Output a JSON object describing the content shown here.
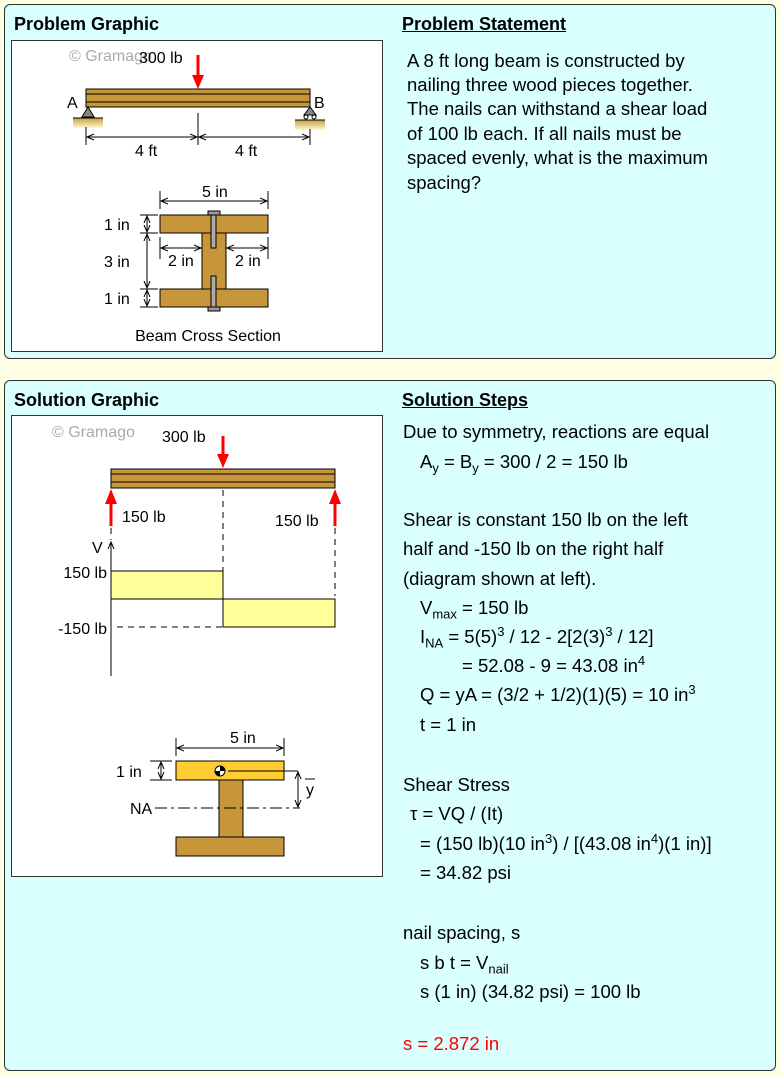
{
  "problem": {
    "graphic_title": "Problem Graphic",
    "statement_title": "Problem Statement",
    "statement_lines": [
      "A 8 ft long beam is constructed by",
      "nailing three wood pieces together.",
      "The nails can withstand a shear load",
      "of 100 lb each. If all nails must be",
      "spaced evenly, what is the maximum",
      "spacing?"
    ],
    "graphic": {
      "watermark": "© Gramago",
      "load": "300 lb",
      "support_a": "A",
      "support_b": "B",
      "span_left": "4 ft",
      "span_right": "4 ft",
      "width": "5 in",
      "top_flange": "1 in",
      "web_height": "3 in",
      "bottom_flange": "1 in",
      "overhang_left": "2 in",
      "overhang_right": "2 in",
      "caption": "Beam Cross Section"
    }
  },
  "solution": {
    "graphic_title": "Solution Graphic",
    "steps_title": "Solution Steps",
    "graphic": {
      "watermark": "© Gramago",
      "load": "300 lb",
      "reaction_left": "150 lb",
      "reaction_right": "150 lb",
      "axis_label": "V",
      "shear_pos": "150 lb",
      "shear_neg": "-150 lb",
      "width": "5 in",
      "flange": "1 in",
      "na_label": "NA",
      "ybar_label": "y"
    },
    "steps": [
      [
        {
          "t": "Due to symmetry, reactions are equal"
        }
      ],
      [
        {
          "t": "A"
        },
        {
          "sub": "y"
        },
        {
          "t": " = B"
        },
        {
          "sub": "y"
        },
        {
          "t": " = 300 / 2 = 150 lb"
        }
      ],
      [
        {
          "t": "Shear is constant 150 lb on the left"
        }
      ],
      [
        {
          "t": "half and -150 lb on the right half"
        }
      ],
      [
        {
          "t": "(diagram shown at left)."
        }
      ],
      [
        {
          "t": "V"
        },
        {
          "sub": "max"
        },
        {
          "t": " = 150 lb"
        }
      ],
      [
        {
          "t": "I"
        },
        {
          "sub": "NA"
        },
        {
          "t": " = 5(5)"
        },
        {
          "sup": "3"
        },
        {
          "t": " / 12 - 2[2(3)"
        },
        {
          "sup": "3"
        },
        {
          "t": " / 12]"
        }
      ],
      [
        {
          "t": "= 52.08 - 9 = 43.08 in"
        },
        {
          "sup": "4"
        }
      ],
      [
        {
          "t": "Q = yA = (3/2 + 1/2)(1)(5) = 10 in"
        },
        {
          "sup": "3"
        }
      ],
      [
        {
          "t": "t = 1 in"
        }
      ],
      [
        {
          "t": "Shear Stress"
        }
      ],
      [
        {
          "t": "τ = VQ / (It)"
        }
      ],
      [
        {
          "t": "= (150 lb)(10 in"
        },
        {
          "sup": "3"
        },
        {
          "t": ") / [(43.08 in"
        },
        {
          "sup": "4"
        },
        {
          "t": ")(1 in)]"
        }
      ],
      [
        {
          "t": "= 34.82 psi"
        }
      ],
      [
        {
          "t": "nail spacing, s"
        }
      ],
      [
        {
          "t": "s b t = V"
        },
        {
          "sub": "nail"
        }
      ],
      [
        {
          "t": "s (1 in) (34.82 psi) = 100 lb"
        }
      ],
      [
        {
          "t": "s = 2.872 in"
        }
      ]
    ]
  },
  "colors": {
    "wood": "#c8963a",
    "highlight_flange": "#ffcc33",
    "shear_fill": "#ffff99",
    "arrow": "#ff0000",
    "panel": "#d9ffff",
    "answer": "#ff0000"
  }
}
